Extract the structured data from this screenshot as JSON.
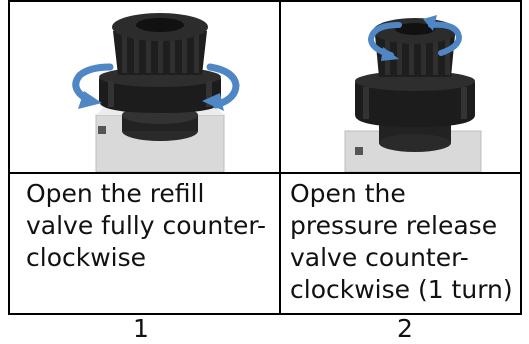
{
  "steps": [
    {
      "instruction": "Open the refill valve fully counter-clockwise",
      "number": "1",
      "illustration": "refill-valve-rotation"
    },
    {
      "instruction": "Open the pressure release valve counter-clockwise (1 turn)",
      "number": "2",
      "illustration": "pressure-release-valve-rotation"
    }
  ],
  "colors": {
    "valve_body": "#1c1c1c",
    "arrow": "#4f86c6",
    "base": "#d9d9d9",
    "border": "#000000"
  }
}
